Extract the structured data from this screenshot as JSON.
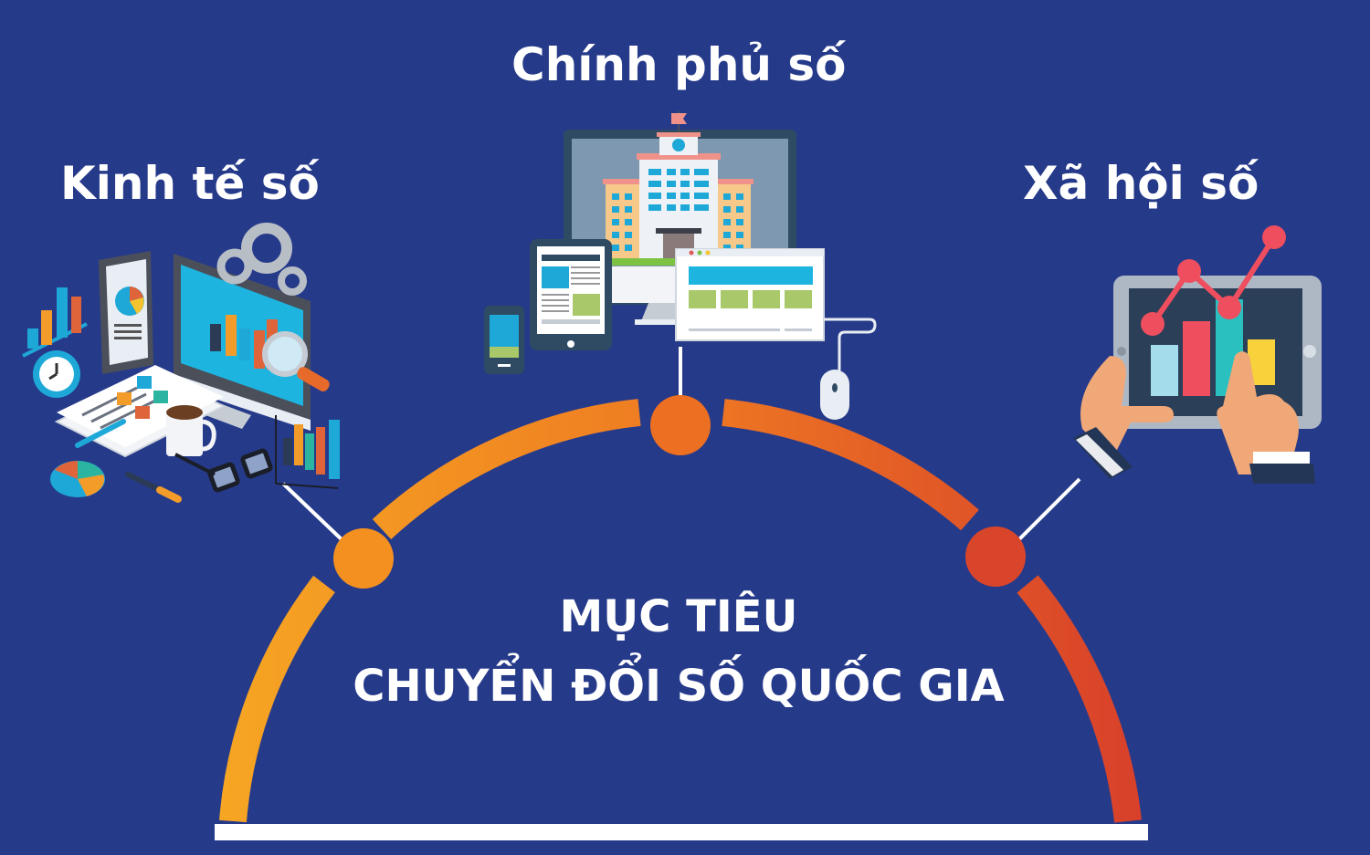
{
  "diagram": {
    "title_line1": "MỤC TIÊU",
    "title_line2": "CHUYỂN ĐỔI SỐ QUỐC GIA",
    "pillars": [
      {
        "label": "Kinh tế số",
        "icon": "business-analytics-illustration",
        "node_color": "#f39020"
      },
      {
        "label": "Chính phủ số",
        "icon": "government-building-devices-illustration",
        "node_color": "#ec6f22"
      },
      {
        "label": "Xã hội số",
        "icon": "tablet-chart-hands-illustration",
        "node_color": "#d9452a"
      }
    ],
    "colors": {
      "background": "#263a8a",
      "arc_start": "#f6a623",
      "arc_mid": "#ee7a22",
      "arc_end": "#d8402a",
      "baseline": "#ffffff",
      "text": "#ffffff"
    }
  }
}
